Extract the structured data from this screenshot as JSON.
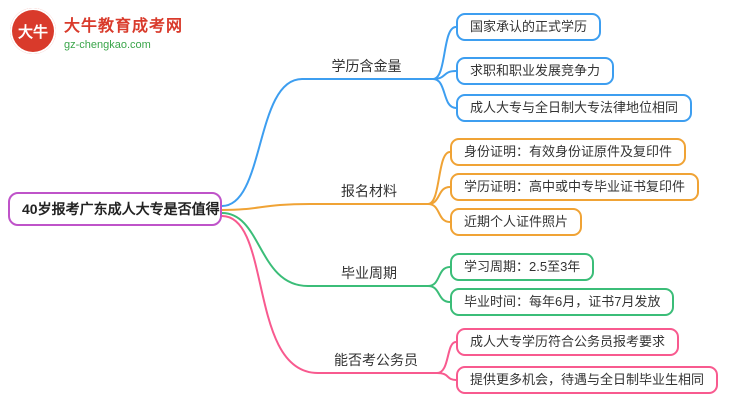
{
  "logo": {
    "badge_text": "大牛",
    "site_name": "大牛教育成考网",
    "site_url": "gz-chengkao.com",
    "brand_red": "#d93a2b",
    "brand_green": "#3aa54a"
  },
  "root": {
    "label": "40岁报考广东成人大专是否值得",
    "color": "#bf53c9"
  },
  "branches": [
    {
      "label": "学历含金量",
      "color": "#3d9ef0",
      "children": [
        {
          "label": "国家承认的正式学历"
        },
        {
          "label": "求职和职业发展竞争力"
        },
        {
          "label": "成人大专与全日制大专法律地位相同"
        }
      ]
    },
    {
      "label": "报名材料",
      "color": "#f0a335",
      "children": [
        {
          "label": "身份证明：有效身份证原件及复印件"
        },
        {
          "label": "学历证明：高中或中专毕业证书复印件"
        },
        {
          "label": "近期个人证件照片"
        }
      ]
    },
    {
      "label": "毕业周期",
      "color": "#3bbd78",
      "children": [
        {
          "label": "学习周期：2.5至3年"
        },
        {
          "label": "毕业时间：每年6月，证书7月发放"
        }
      ]
    },
    {
      "label": "能否考公务员",
      "color": "#f85a8f",
      "children": [
        {
          "label": "成人大专学历符合公务员报考要求"
        },
        {
          "label": "提供更多机会，待遇与全日制毕业生相同"
        }
      ]
    }
  ]
}
